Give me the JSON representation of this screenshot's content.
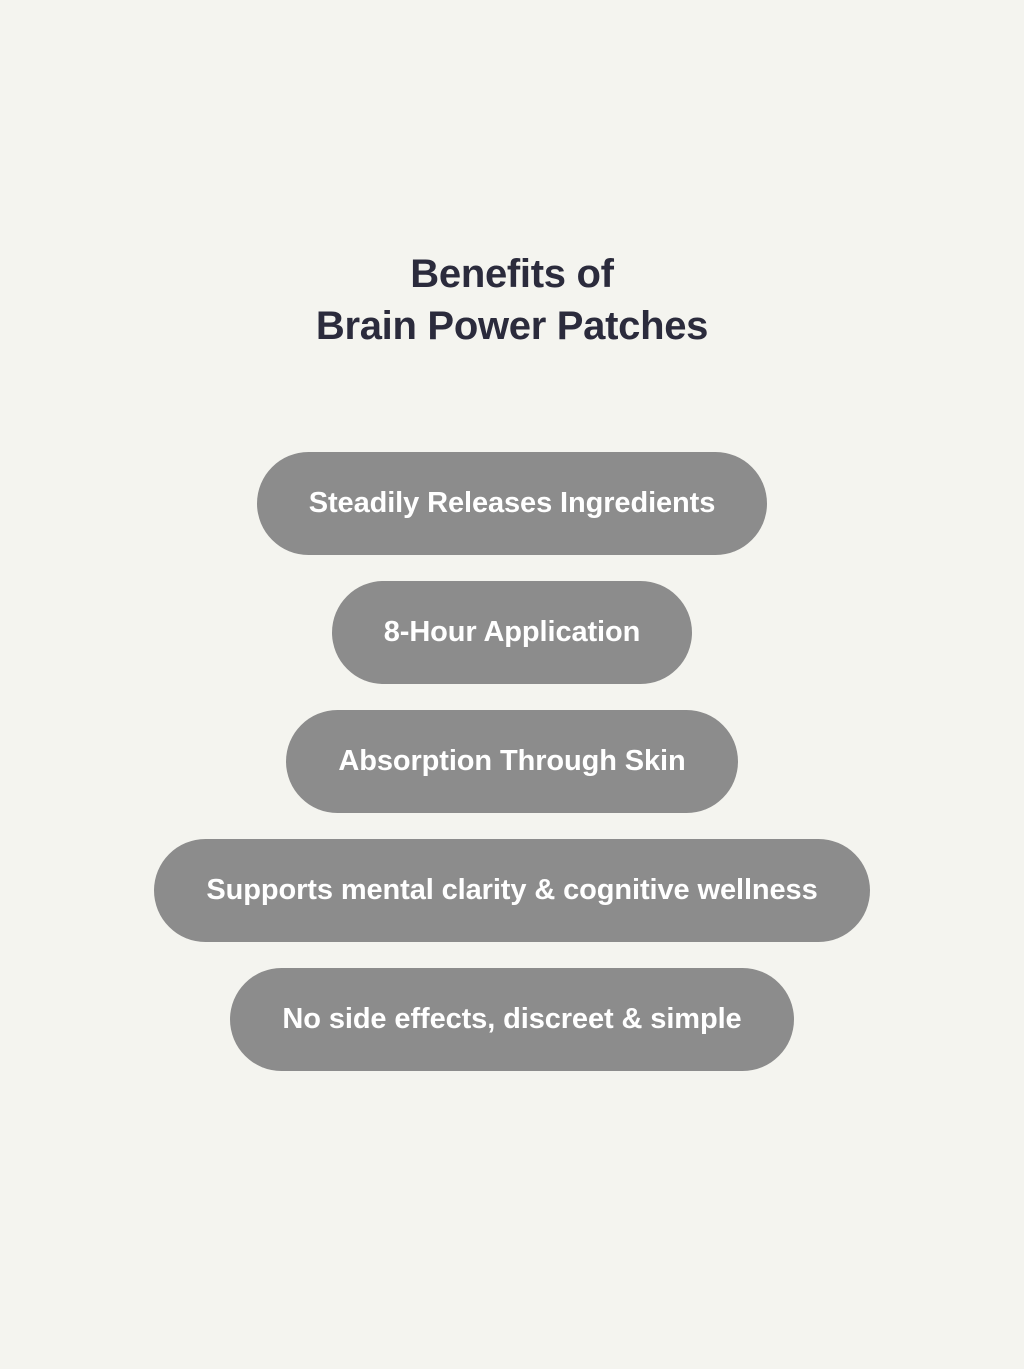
{
  "colors": {
    "background": "#f4f4ef",
    "title_text": "#2b2b3c",
    "pill_fill": "#8c8c8c",
    "pill_text": "#ffffff"
  },
  "heading": {
    "line1": "Benefits of",
    "line2": "Brain Power Patches"
  },
  "benefits": [
    {
      "label": "Steadily Releases Ingredients"
    },
    {
      "label": "8-Hour Application"
    },
    {
      "label": "Absorption Through Skin"
    },
    {
      "label": "Supports mental clarity & cognitive wellness"
    },
    {
      "label": "No side effects, discreet & simple"
    }
  ]
}
